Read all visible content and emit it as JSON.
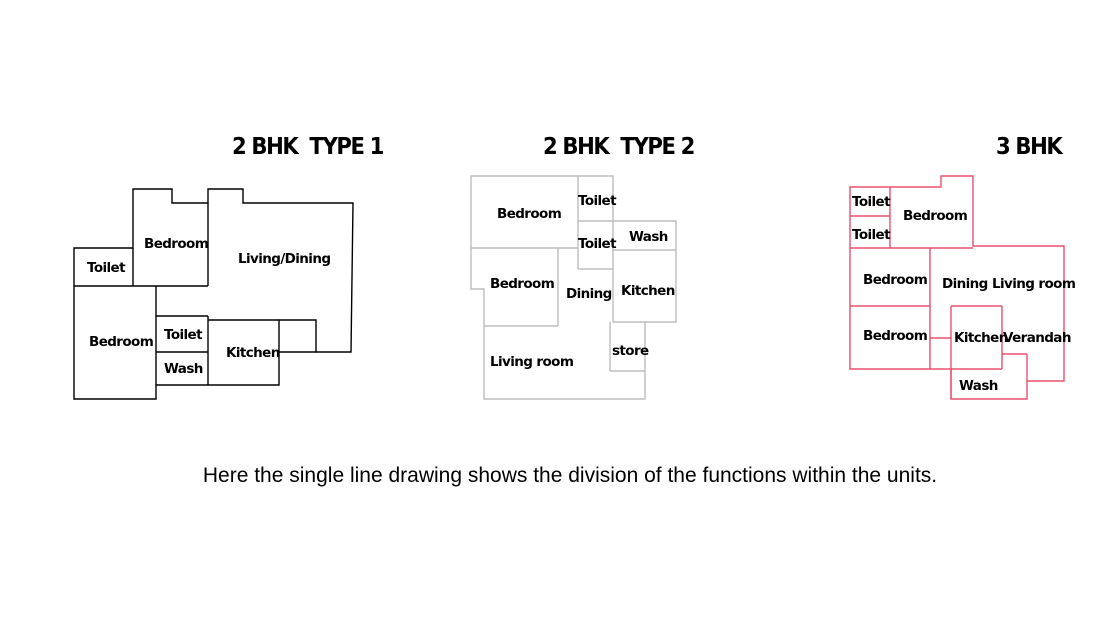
{
  "plans": [
    {
      "title": "2 BHK  TYPE 1",
      "rooms": {
        "bedroom_top": "Bedroom",
        "living_dining": "Living/Dining",
        "toilet_left": "Toilet",
        "bedroom_bottom": "Bedroom",
        "toilet_mid": "Toilet",
        "wash": "Wash",
        "kitchen": "Kitchen"
      }
    },
    {
      "title": "2 BHK  TYPE 2",
      "rooms": {
        "bedroom_top": "Bedroom",
        "toilet_top": "Toilet",
        "toilet_mid": "Toilet",
        "wash": "Wash",
        "bedroom_mid": "Bedroom",
        "dining": "Dining",
        "kitchen": "Kitchen",
        "store": "store",
        "living_room": "Living room"
      }
    },
    {
      "title": "3 BHK",
      "rooms": {
        "toilet_top": "Toilet",
        "toilet_bottom": "Toilet",
        "bedroom_top": "Bedroom",
        "bedroom_mid": "Bedroom",
        "bedroom_bottom": "Bedroom",
        "dining": "Dining",
        "living_room": "Living room",
        "kitchen": "Kitchen",
        "verandah": "Verandah",
        "wash": "Wash"
      }
    }
  ],
  "caption": "Here the single line drawing shows the division of the functions within the units.",
  "colors": {
    "plan_1_lines": "#000000",
    "plan_2_lines": "#bdbdbd",
    "plan_3_lines": "#e8506e"
  }
}
